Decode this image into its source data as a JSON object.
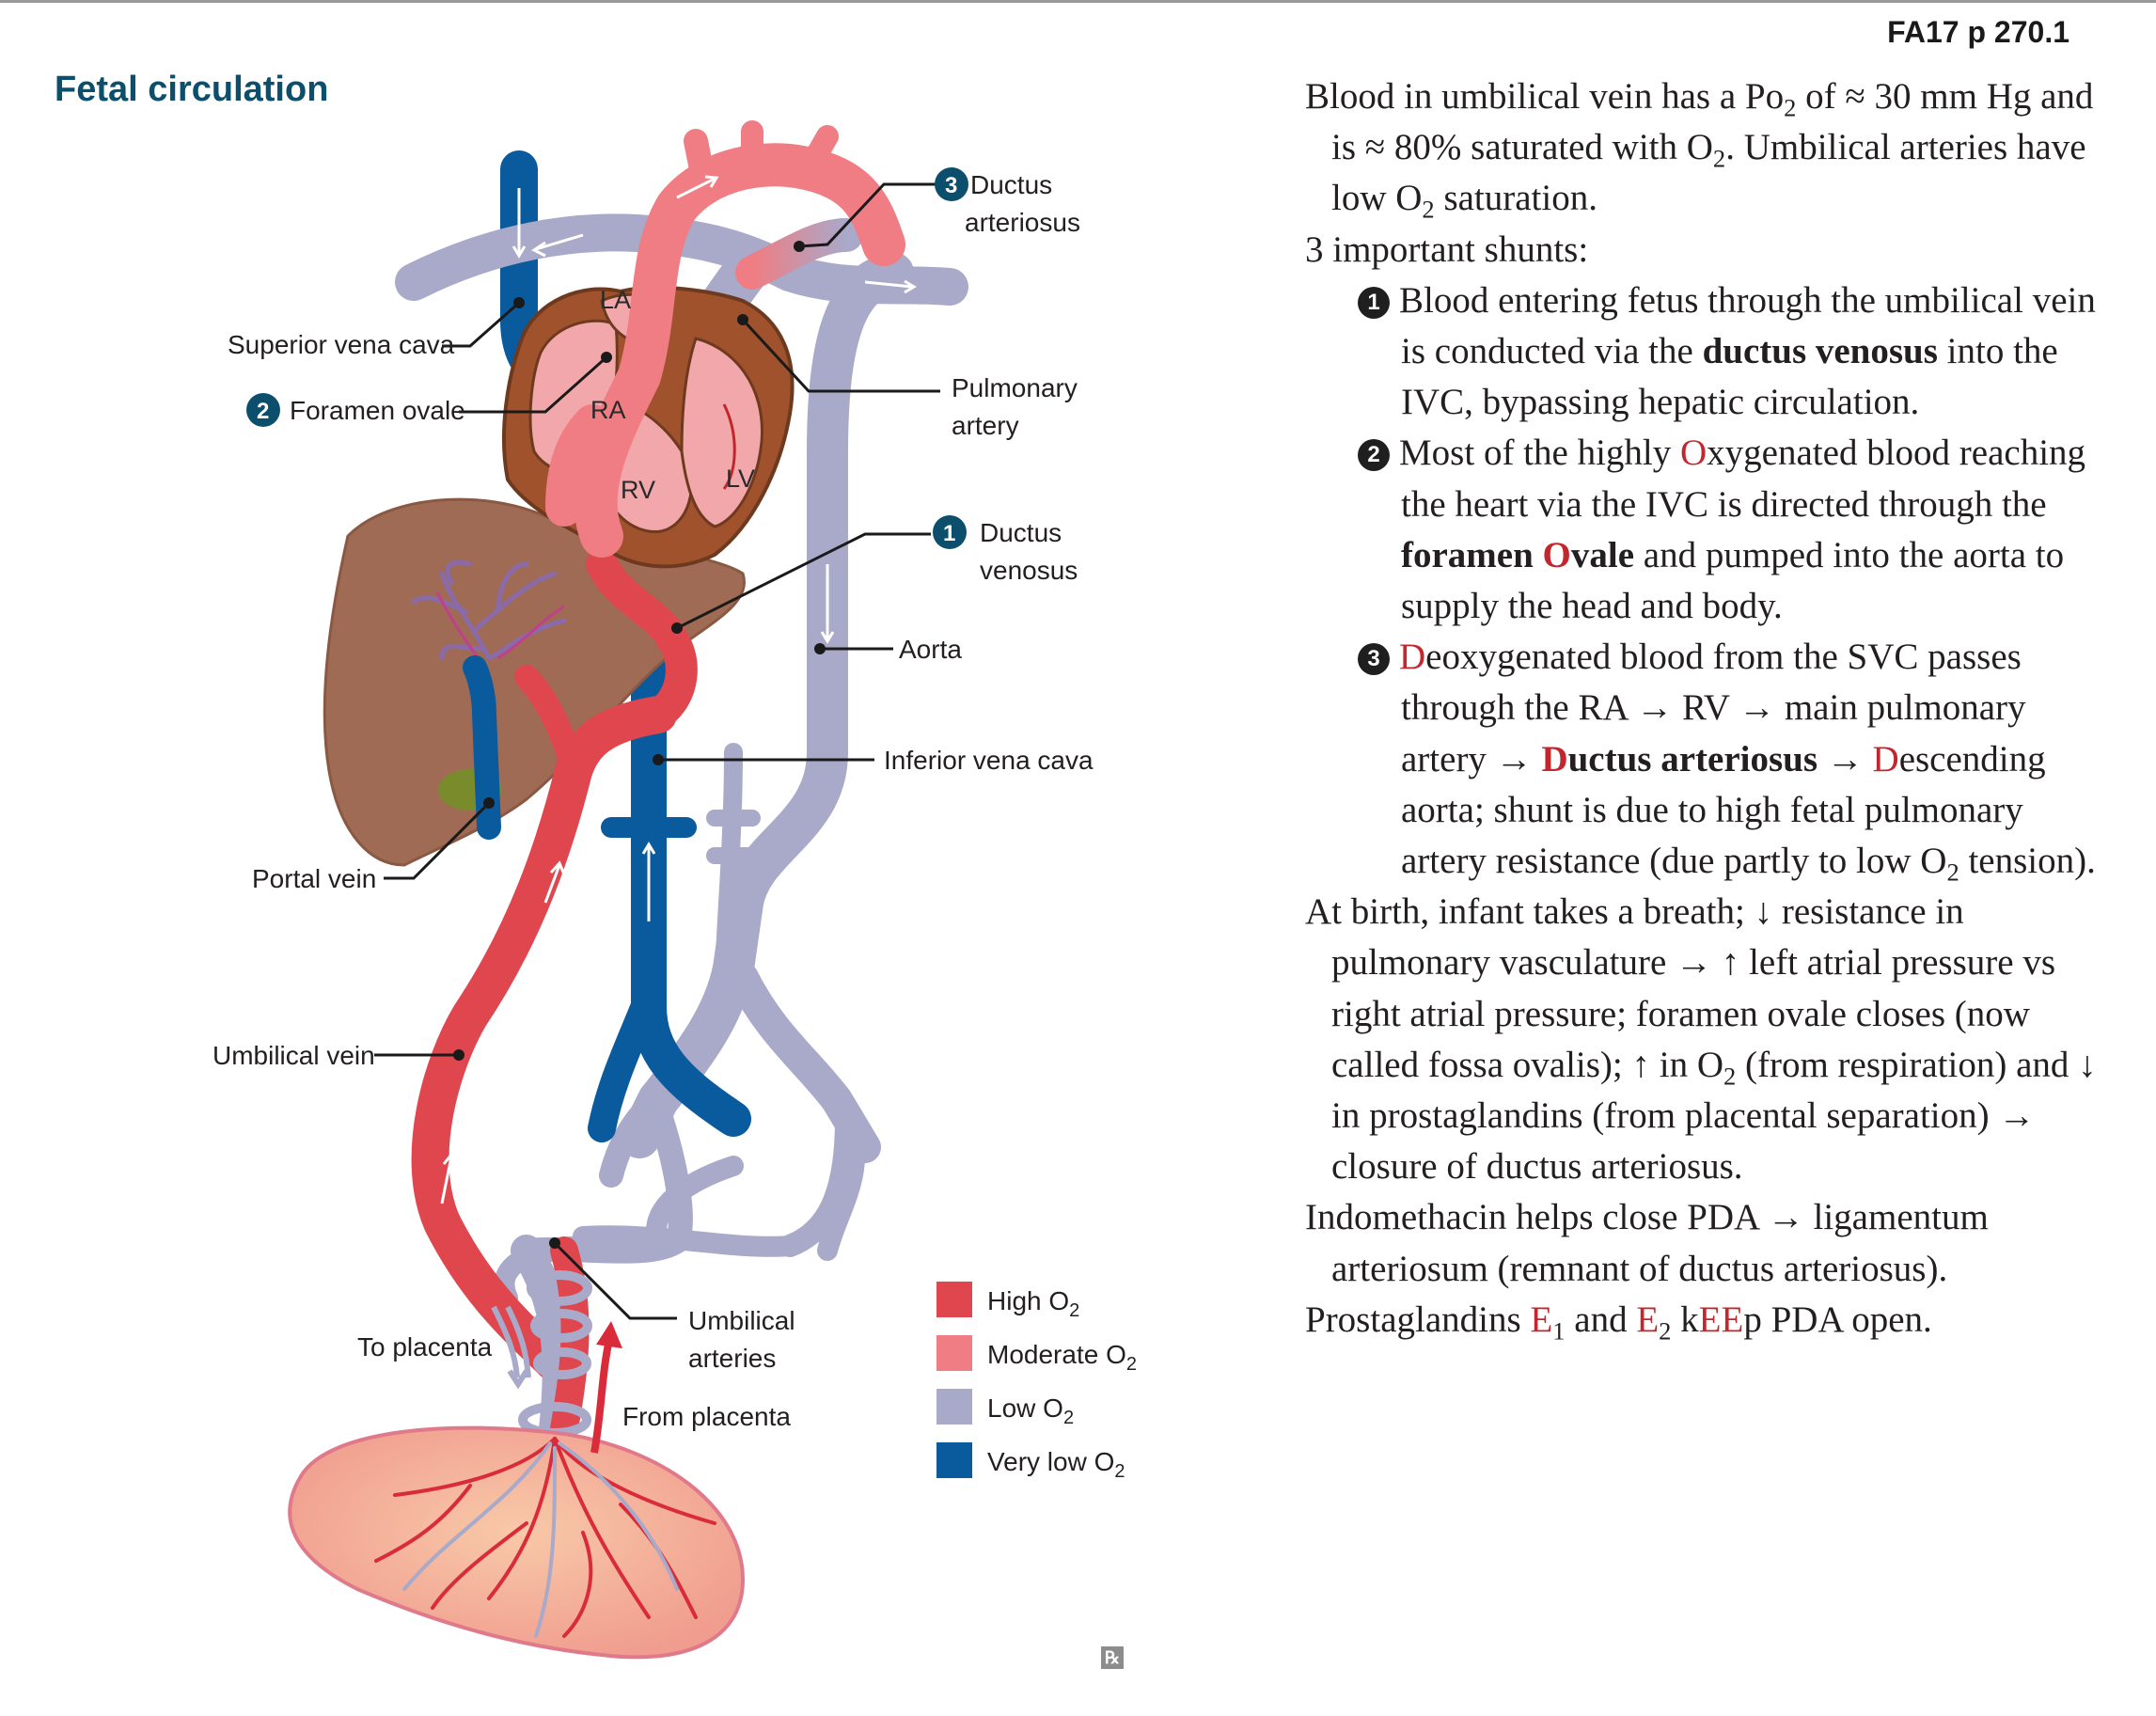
{
  "header": {
    "page_ref": "FA17 p 270.1",
    "section_title": "Fetal circulation"
  },
  "figure": {
    "labels": {
      "superior_vena_cava": "Superior vena cava",
      "foramen_ovale": "Foramen ovale",
      "ductus_arteriosus_1": "Ductus",
      "ductus_arteriosus_2": "arteriosus",
      "pulmonary_artery_1": "Pulmonary",
      "pulmonary_artery_2": "artery",
      "ductus_venosus_1": "Ductus",
      "ductus_venosus_2": "venosus",
      "aorta": "Aorta",
      "inferior_vena_cava": "Inferior vena cava",
      "portal_vein": "Portal vein",
      "umbilical_vein": "Umbilical vein",
      "umbilical_arteries_1": "Umbilical",
      "umbilical_arteries_2": "arteries",
      "to_placenta": "To placenta",
      "from_placenta": "From placenta"
    },
    "heart_chambers": {
      "la": "LA",
      "ra": "RA",
      "rv": "RV",
      "lv": "LV"
    },
    "numbers": {
      "one": "1",
      "two": "2",
      "three": "3"
    },
    "legend": [
      {
        "label": "High O",
        "sub": "2",
        "color": "#e0464e"
      },
      {
        "label": "Moderate O",
        "sub": "2",
        "color": "#f07d83"
      },
      {
        "label": "Low O",
        "sub": "2",
        "color": "#a9a9c9"
      },
      {
        "label": "Very low O",
        "sub": "2",
        "color": "#0a5a9e"
      }
    ]
  },
  "text": {
    "p1": {
      "a": "Blood in umbilical vein has a Po",
      "a_sub": "2",
      "b": " of ≈ 30 mm Hg and is ≈ 80% saturated with O",
      "b_sub": "2",
      "c": ". Umbilical arteries have low O",
      "c_sub": "2",
      "d": " saturation."
    },
    "p2": "3 important shunts:",
    "s1": {
      "num": "1",
      "a": "Blood entering fetus through the umbilical vein is conducted via the ",
      "b": "ductus venosus",
      "c": " into the IVC, bypassing hepatic circulation."
    },
    "s2": {
      "num": "2",
      "a": "Most of the highly ",
      "o1": "O",
      "b": "xygenated blood reaching the heart via the IVC is directed through the ",
      "c": "foramen ",
      "o2": "O",
      "d": "vale",
      "e": " and pumped into the aorta to supply the head and body."
    },
    "s3": {
      "num": "3",
      "d1": "D",
      "a": "eoxygenated blood from the SVC passes through the RA → RV → main pulmonary artery → ",
      "d2": "D",
      "b": "uctus arteriosus",
      "c": " → ",
      "d3": "D",
      "e": "escending aorta; shunt is due to high fetal pulmonary artery resistance (due partly to low O",
      "e_sub": "2",
      "f": " tension)."
    },
    "p3": {
      "a": "At birth, infant takes a breath; ↓ resistance in pulmonary vasculature → ↑ left atrial pressure vs right atrial pressure; foramen ovale closes (now called fossa ovalis); ↑ in O",
      "a_sub": "2",
      "b": " (from respiration) and ↓ in prostaglandins (from placental separation) → closure of ductus arteriosus."
    },
    "p4": "Indomethacin helps close PDA → ligamentum arteriosum (remnant of ductus arteriosus).",
    "p5": {
      "a": "Prostaglandins ",
      "e1": "E",
      "e1_sub": "1",
      "b": " and ",
      "e2": "E",
      "e2_sub": "2",
      "c": " k",
      "ee": "EE",
      "d": "p PDA open."
    }
  },
  "footer": {
    "logo": "℞"
  }
}
